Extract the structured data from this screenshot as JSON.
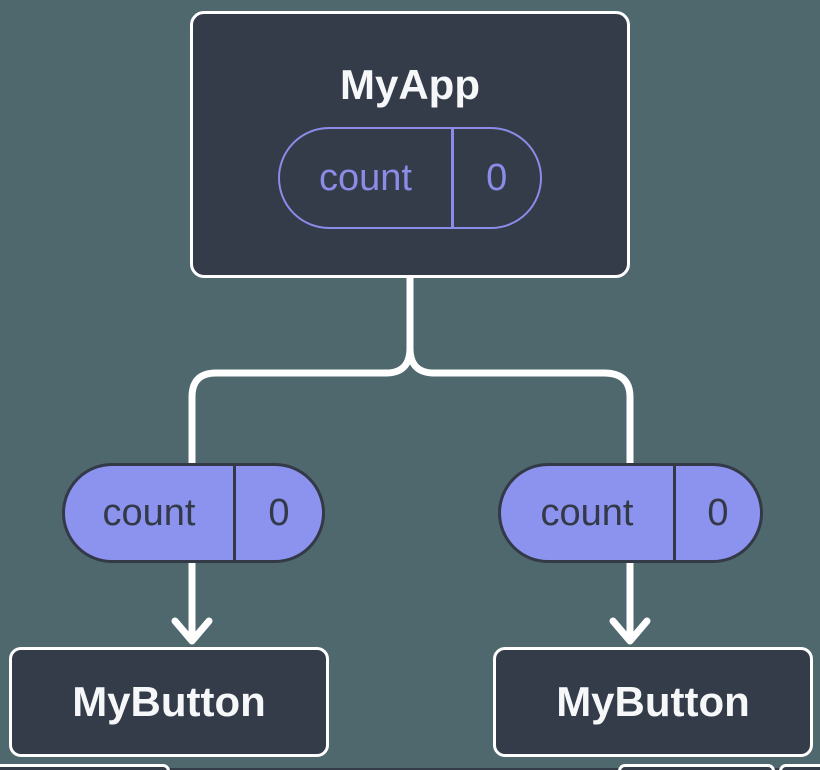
{
  "diagram": {
    "colors": {
      "background": "#4E686E",
      "node_fill": "#343B49",
      "node_border": "#FFFFFF",
      "connector_line": "#FFFFFF",
      "prop_outline": "#8A8CE8",
      "prop_fill": "#8B93EE",
      "prop_dark_text": "#333947",
      "node_text": "#F6F7F9"
    },
    "root_node": {
      "label": "MyApp",
      "prop": {
        "name": "count",
        "value": "0"
      }
    },
    "child_prop_pills": [
      {
        "name": "count",
        "value": "0"
      },
      {
        "name": "count",
        "value": "0"
      }
    ],
    "child_nodes": [
      {
        "label": "MyButton"
      },
      {
        "label": "MyButton"
      }
    ]
  }
}
